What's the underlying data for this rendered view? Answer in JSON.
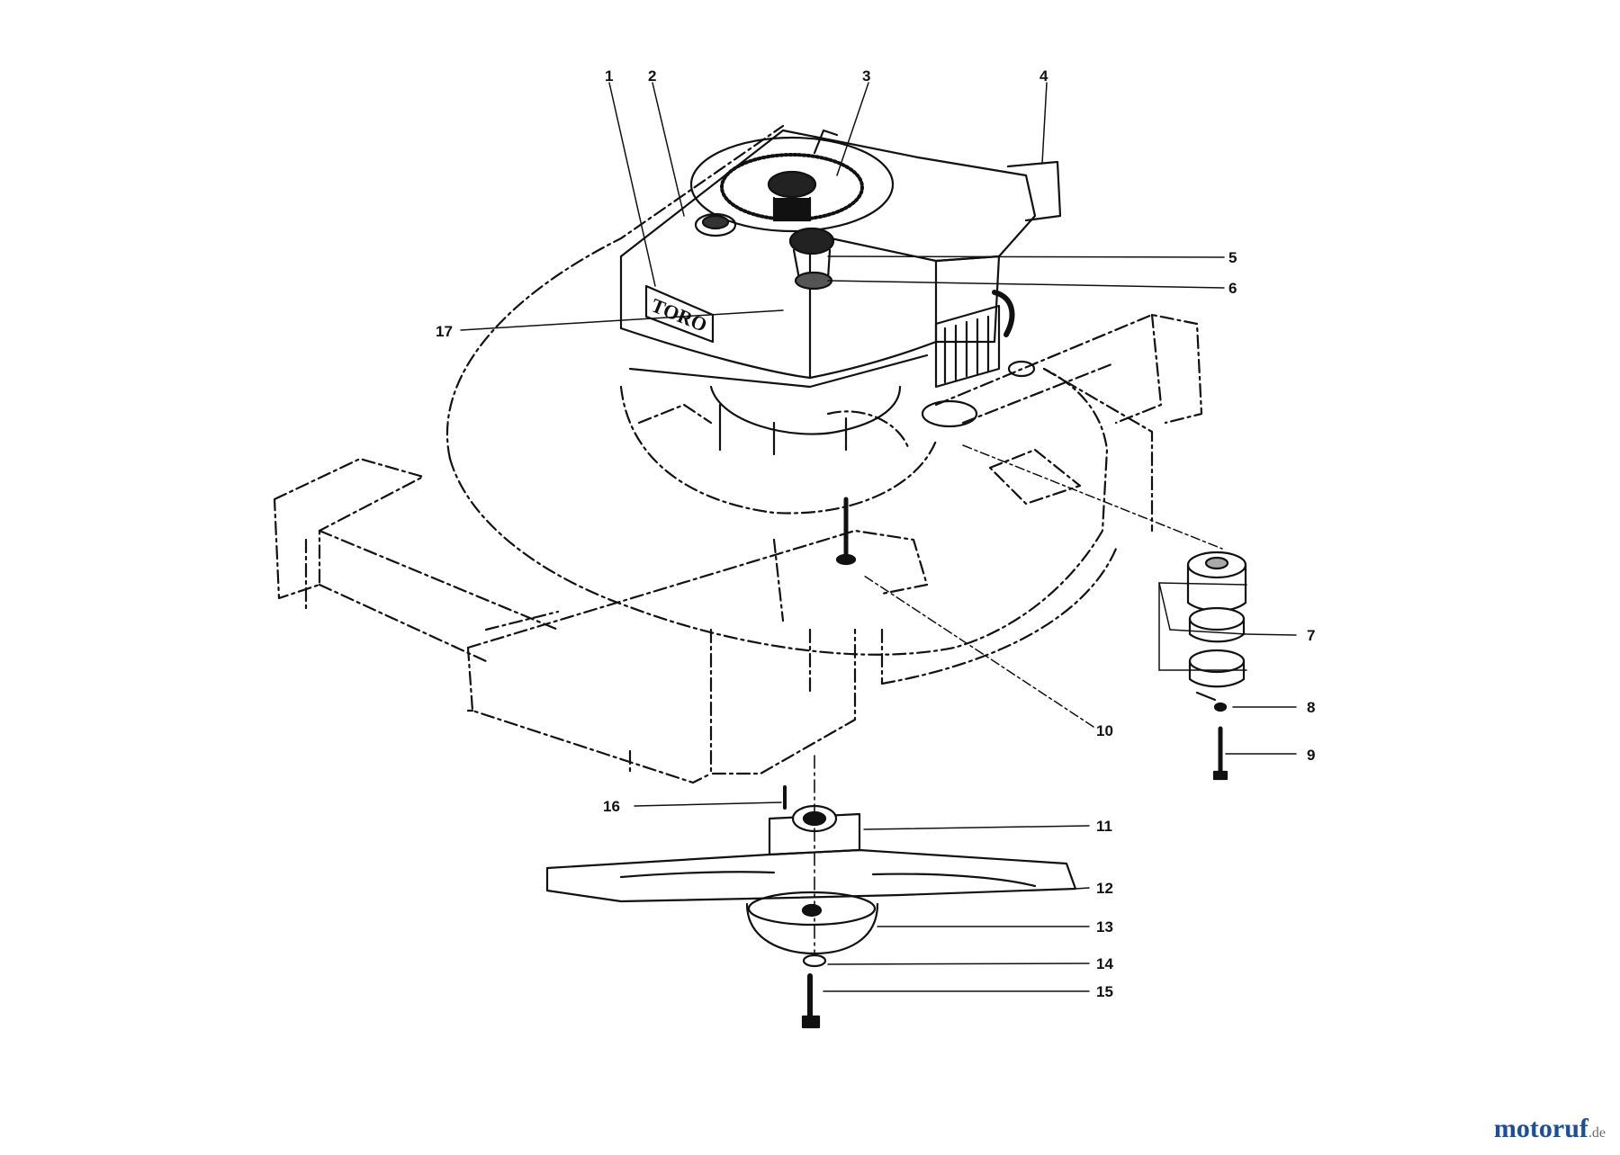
{
  "diagram": {
    "brand_plate": "TORO",
    "part_labels": {
      "p1": "1",
      "p2": "2",
      "p3": "3",
      "p4": "4",
      "p5": "5",
      "p6": "6",
      "p7": "7",
      "p8": "8",
      "p9": "9",
      "p10": "10",
      "p11": "11",
      "p12": "12",
      "p13": "13",
      "p14": "14",
      "p15": "15",
      "p16": "16",
      "p17": "17"
    }
  },
  "watermark": {
    "part_a": "motor",
    "part_b": "uf",
    "part_c": ".de"
  },
  "colors": {
    "ink": "#111111",
    "paper": "#ffffff",
    "watermark_blue": "#1b4f9c"
  }
}
